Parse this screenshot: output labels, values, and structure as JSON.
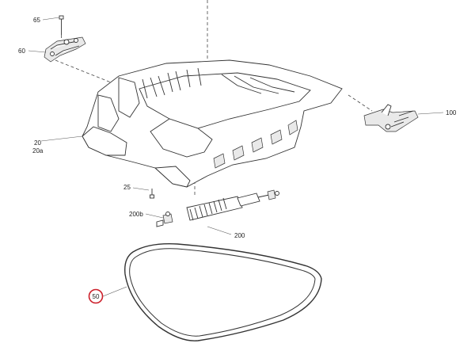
{
  "callouts": {
    "c65": "65",
    "c60": "60",
    "c20": "20",
    "c20a": "20a",
    "c100": "100",
    "c25": "25",
    "c200b": "200b",
    "c200": "200",
    "c50": "50"
  },
  "colors": {
    "highlight": "#cc1f2a",
    "line": "#333333"
  }
}
